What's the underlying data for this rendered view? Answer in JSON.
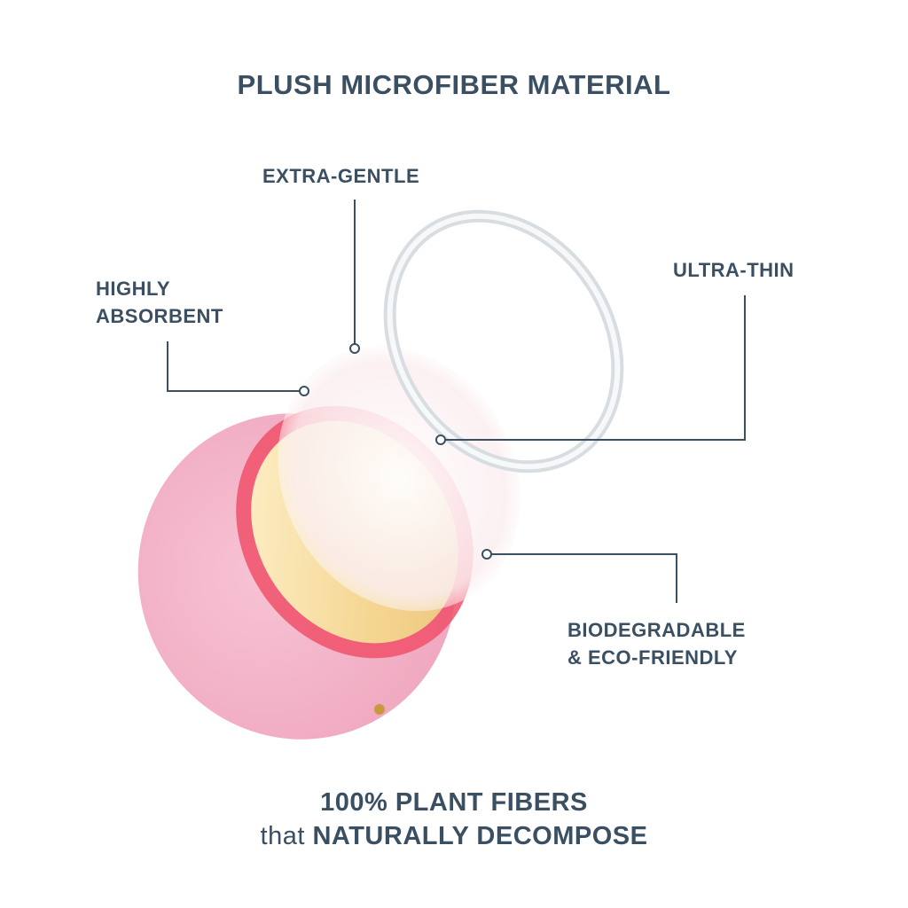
{
  "title": "PLUSH MICROFIBER MATERIAL",
  "callouts": {
    "extra_gentle": "EXTRA-GENTLE",
    "highly_absorbent_1": "HIGHLY",
    "highly_absorbent_2": "ABSORBENT",
    "ultra_thin": "ULTRA-THIN",
    "biodegradable_1": "BIODEGRADABLE",
    "biodegradable_2": "& ECO-FRIENDLY"
  },
  "footer": {
    "line1": "100% PLANT FIBERS",
    "line2_light": "that",
    "line2_bold": "NATURALLY DECOMPOSE"
  },
  "colors": {
    "text": "#3b4f63",
    "device_pink": "#f4b7cb",
    "glow_red": "#f0506a"
  }
}
